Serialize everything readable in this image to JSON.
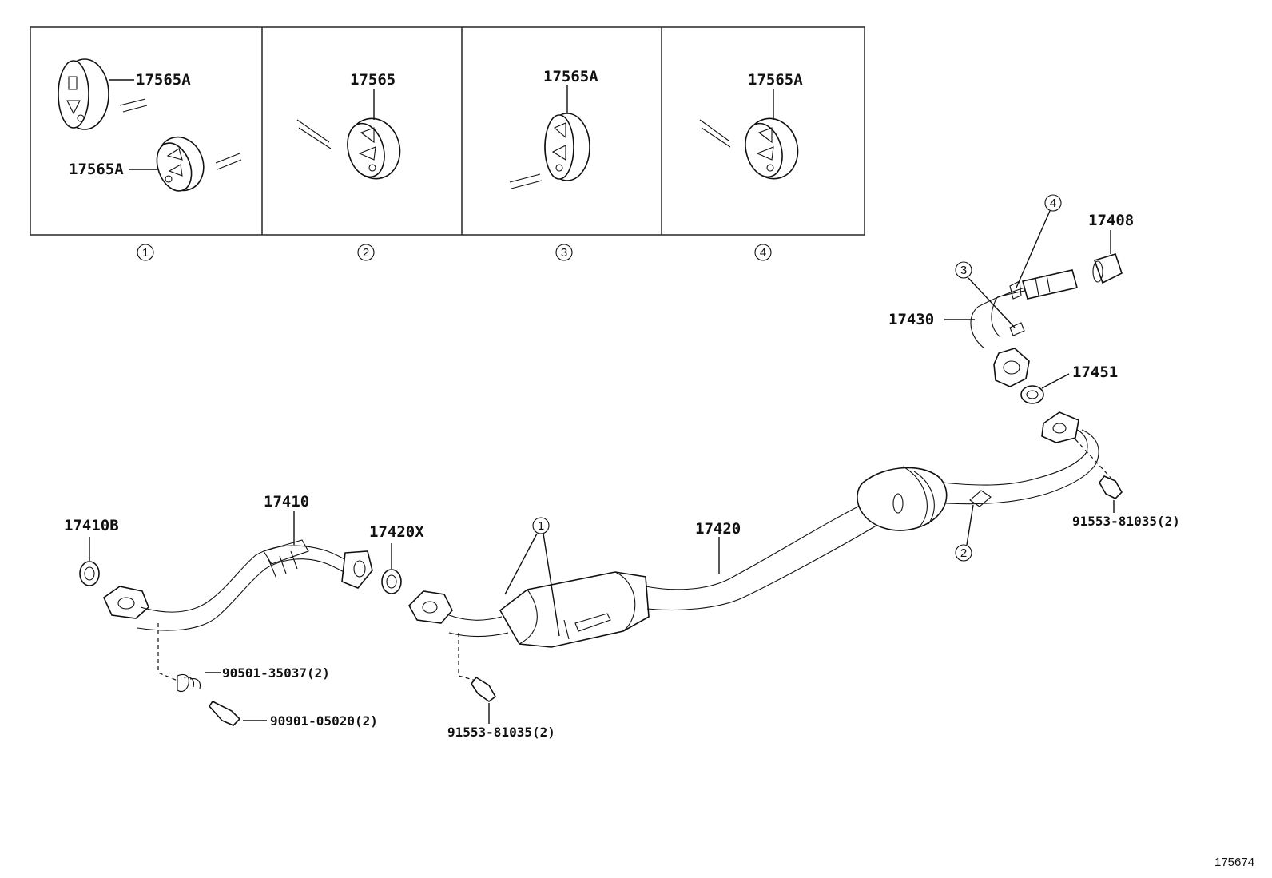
{
  "insets": [
    {
      "number": "1",
      "labels": [
        "17565A",
        "17565A"
      ]
    },
    {
      "number": "2",
      "labels": [
        "17565"
      ]
    },
    {
      "number": "3",
      "labels": [
        "17565A"
      ]
    },
    {
      "number": "4",
      "labels": [
        "17565A"
      ]
    }
  ],
  "parts": {
    "p17410B": "17410B",
    "p17410": "17410",
    "p17420X": "17420X",
    "p17420": "17420",
    "p17430": "17430",
    "p17408": "17408",
    "p17451": "17451",
    "p90501": "90501-35037(2)",
    "p90901": "90901-05020(2)",
    "p91553_front": "91553-81035(2)",
    "p91553_rear": "91553-81035(2)"
  },
  "callouts": {
    "c1": "1",
    "c2": "2",
    "c3": "3",
    "c4": "4"
  },
  "figure_id": "175674"
}
